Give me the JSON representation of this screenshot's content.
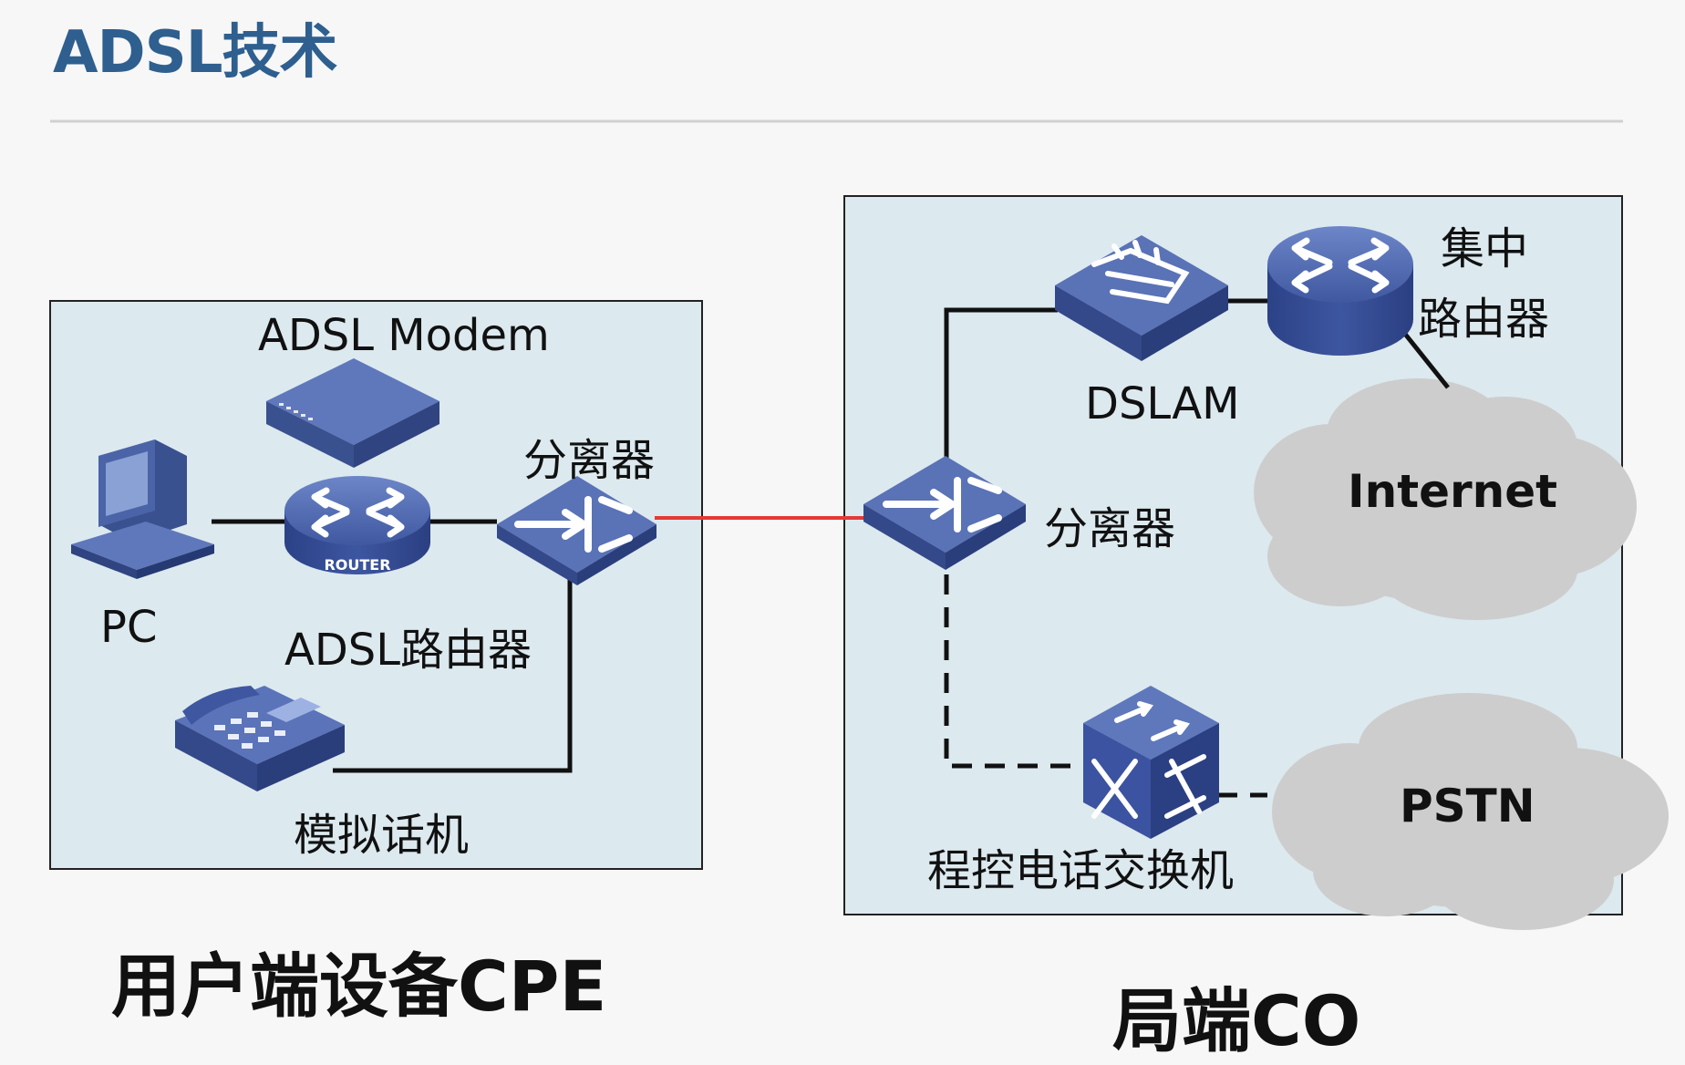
{
  "title": "ADSL技术",
  "cpe": {
    "modem_label": "ADSL Modem",
    "pc_label": "PC",
    "router_label": "ADSL路由器",
    "router_badge": "ROUTER",
    "splitter_label": "分离器",
    "phone_label": "模拟话机",
    "section_label": "用户端设备CPE"
  },
  "co": {
    "dslam_label": "DSLAM",
    "core_router_line1": "集中",
    "core_router_line2": "路由器",
    "splitter_label": "分离器",
    "switch_label": "程控电话交换机",
    "internet_label": "Internet",
    "pstn_label": "PSTN",
    "section_label": "局端CO"
  },
  "colors": {
    "title": "#2e5f8f",
    "panel_fill": "#dce9ef",
    "device_blue": "#4a63a9",
    "adsl_line": "#e53935",
    "cloud": "#cfcfcf"
  },
  "icons": [
    "adsl-modem-icon",
    "pc-icon",
    "router-icon",
    "splitter-icon",
    "phone-icon",
    "dslam-icon",
    "switch-icon",
    "cloud-icon"
  ]
}
